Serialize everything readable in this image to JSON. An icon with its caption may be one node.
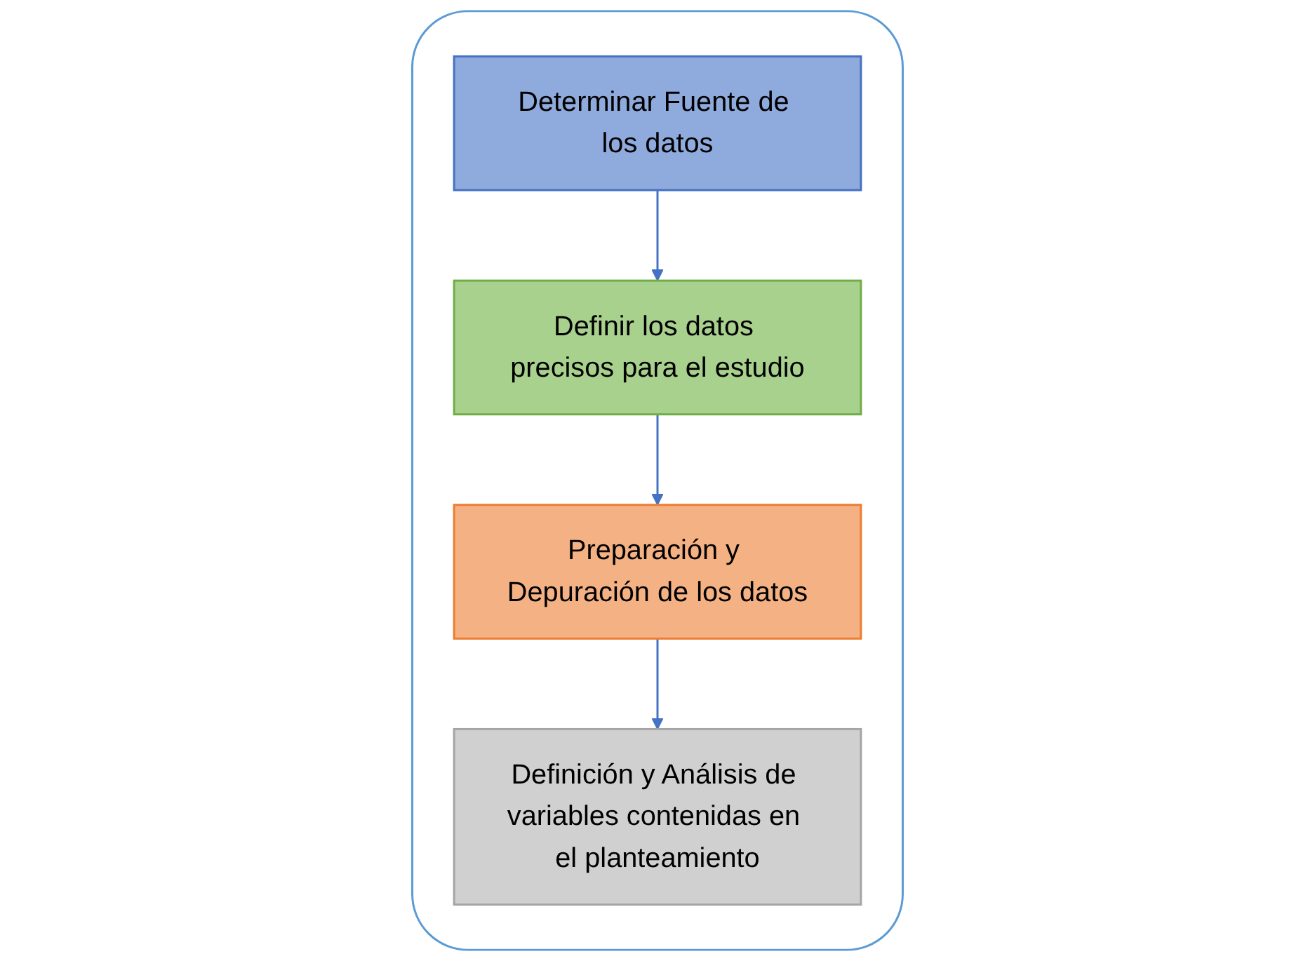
{
  "diagram": {
    "nodes": [
      {
        "text": [],
        "shape": "box"
      },
      {
        "text": [
          "Determinar Fuente de los datos"
        ],
        "in": 0
      },
      {
        "text": [
          "Definir los datos precisos para el estudio"
        ],
        "in": 0
      },
      {
        "text": [
          "Preparación y Depuración de los datos"
        ],
        "in": 0
      },
      {
        "text": [
          "Definición y Análisis de variables contenidas en el planteamiento"
        ],
        "in": 0
      }
    ],
    "edges": [
      {
        "from": 1,
        "to": 2,
        "arrow": "to"
      },
      {
        "from": 2,
        "to": 3,
        "arrow": "to"
      },
      {
        "from": 3,
        "to": 4,
        "arrow": "to"
      }
    ]
  }
}
